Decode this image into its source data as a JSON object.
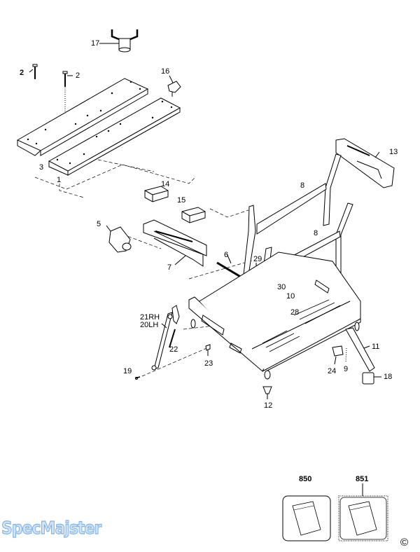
{
  "diagram": {
    "title": "Workbench exploded parts diagram",
    "callouts": [
      {
        "id": "c17",
        "text": "17"
      },
      {
        "id": "c2a",
        "text": "2"
      },
      {
        "id": "c2b",
        "text": "2"
      },
      {
        "id": "c16",
        "text": "16"
      },
      {
        "id": "c3",
        "text": "3"
      },
      {
        "id": "c1",
        "text": "1"
      },
      {
        "id": "c14",
        "text": "14"
      },
      {
        "id": "c15",
        "text": "15"
      },
      {
        "id": "c5",
        "text": "5"
      },
      {
        "id": "c7",
        "text": "7"
      },
      {
        "id": "c6",
        "text": "6"
      },
      {
        "id": "c13",
        "text": "13"
      },
      {
        "id": "c8a",
        "text": "8"
      },
      {
        "id": "c8b",
        "text": "8"
      },
      {
        "id": "c29",
        "text": "29"
      },
      {
        "id": "c30",
        "text": "30"
      },
      {
        "id": "c10",
        "text": "10"
      },
      {
        "id": "c28",
        "text": "28"
      },
      {
        "id": "c21",
        "text": "21RH"
      },
      {
        "id": "c20",
        "text": "20LH"
      },
      {
        "id": "c22",
        "text": "22"
      },
      {
        "id": "c19",
        "text": "19"
      },
      {
        "id": "c23",
        "text": "23"
      },
      {
        "id": "c12",
        "text": "12"
      },
      {
        "id": "c24",
        "text": "24"
      },
      {
        "id": "c9",
        "text": "9"
      },
      {
        "id": "c11",
        "text": "11"
      },
      {
        "id": "c18",
        "text": "18"
      }
    ],
    "kits": [
      {
        "id": "k850",
        "text": "850"
      },
      {
        "id": "k851",
        "text": "851"
      }
    ],
    "watermark": "SpecMajster",
    "copyright": "©"
  }
}
